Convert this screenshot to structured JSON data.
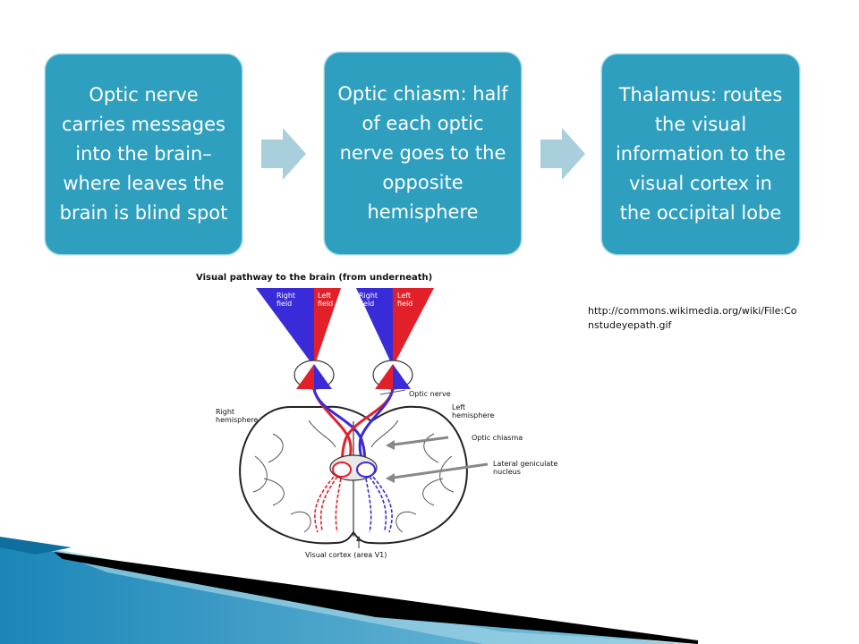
{
  "flow": {
    "steps": [
      {
        "text": "Optic nerve carries messages into the brain–where leaves the brain is blind spot"
      },
      {
        "text": "Optic chiasm: half of each optic nerve goes to the opposite hemisphere"
      },
      {
        "text": "Thalamus: routes the visual information to the visual cortex in the occipital lobe"
      }
    ]
  },
  "figure": {
    "title": "Visual pathway to the brain (from underneath)",
    "labels": {
      "right_field_1": "Right field",
      "left_field_1": "Left field",
      "right_field_2": "Right field",
      "left_field_2": "Left field",
      "optic_nerve": "Optic nerve",
      "right_hemisphere": "Right hemisphere",
      "left_hemisphere": "Left hemisphere",
      "optic_chiasma": "Optic chiasma",
      "lateral_geniculate": "Lateral geniculate nucleus",
      "visual_cortex": "Visual cortex (area V1)"
    }
  },
  "source": {
    "url": "http://commons.wikimedia.org/wiki/File:Constudeyepath.gif"
  },
  "colors": {
    "box_fill": "#2e9fbf",
    "arrow": "#a9cfdd",
    "right_field": "#3a2bd8",
    "left_field": "#e3202a",
    "accent_corner": "#1a8bc0"
  }
}
